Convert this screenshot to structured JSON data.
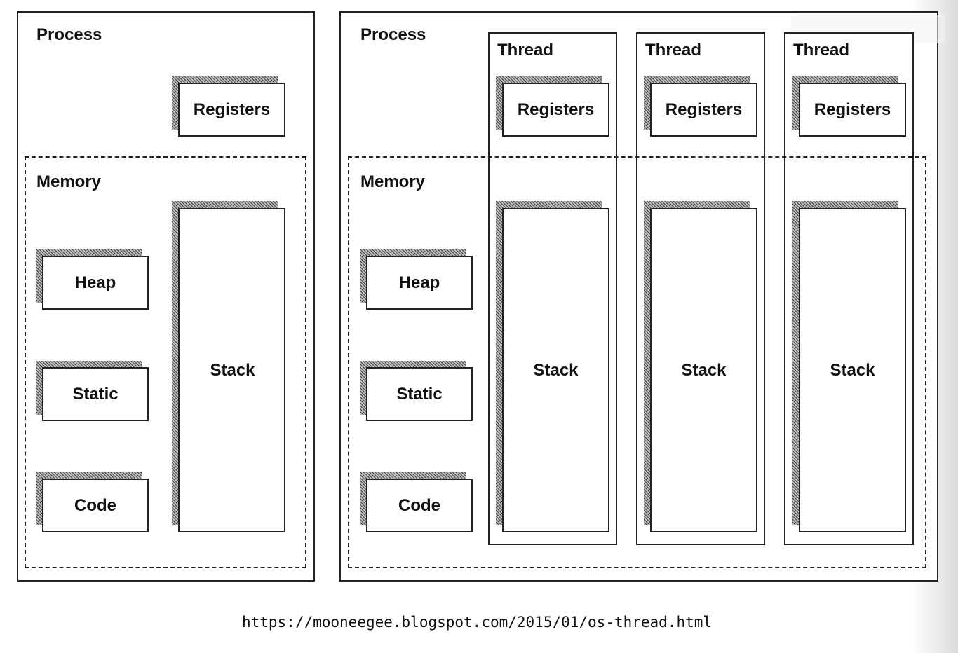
{
  "left_diagram": {
    "process_label": "Process",
    "registers_label": "Registers",
    "memory_label": "Memory",
    "heap_label": "Heap",
    "static_label": "Static",
    "code_label": "Code",
    "stack_label": "Stack"
  },
  "right_diagram": {
    "process_label": "Process",
    "memory_label": "Memory",
    "heap_label": "Heap",
    "static_label": "Static",
    "code_label": "Code",
    "threads": [
      {
        "label": "Thread",
        "registers_label": "Registers",
        "stack_label": "Stack"
      },
      {
        "label": "Thread",
        "registers_label": "Registers",
        "stack_label": "Stack"
      },
      {
        "label": "Thread",
        "registers_label": "Registers",
        "stack_label": "Stack"
      }
    ]
  },
  "caption": "https://mooneegee.blogspot.com/2015/01/os-thread.html"
}
